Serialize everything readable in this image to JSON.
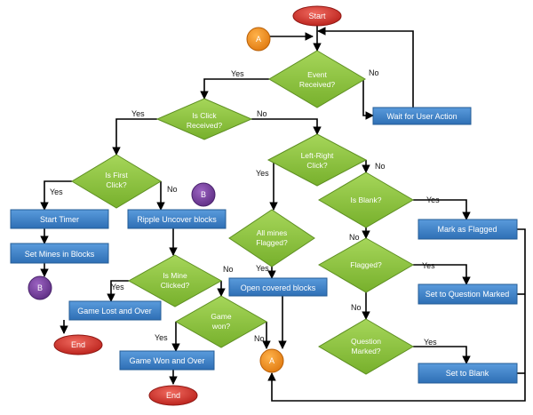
{
  "terminals": {
    "start": "Start",
    "end_lost": "End",
    "end_won": "End"
  },
  "connectors": {
    "a_top": "A",
    "a_bottom": "A",
    "b_mid": "B",
    "b_left": "B"
  },
  "decisions": {
    "event_received": [
      "Event",
      "Received?"
    ],
    "click_received": [
      "Is Click",
      "Received?"
    ],
    "left_right_click": [
      "Left-Right",
      "Click?"
    ],
    "first_click": [
      "Is First",
      "Click?"
    ],
    "is_blank": [
      "Is Blank?"
    ],
    "all_mines_flagged": [
      "All mines",
      "Flagged?"
    ],
    "flagged": [
      "Flagged?"
    ],
    "mine_clicked": [
      "Is Mine",
      "Clicked?"
    ],
    "game_won": [
      "Game",
      "won?"
    ],
    "question_marked": [
      "Question",
      "Marked?"
    ]
  },
  "processes": {
    "wait_for_user_action": "Wait for User Action",
    "start_timer": "Start Timer",
    "ripple_uncover": "Ripple Uncover blocks",
    "mark_as_flagged": "Mark as Flagged",
    "set_mines": "Set Mines in Blocks",
    "open_covered": "Open covered blocks",
    "set_question_marked": "Set to Question Marked",
    "game_lost": "Game Lost and Over",
    "game_won_over": "Game  Won and Over",
    "set_to_blank": "Set to  Blank"
  },
  "edge_labels": {
    "event_yes": "Yes",
    "event_no": "No",
    "click_yes": "Yes",
    "click_no": "No",
    "first_yes": "Yes",
    "first_no": "No",
    "lr_yes": "Yes",
    "lr_no": "No",
    "blank_yes": "Yes",
    "blank_no": "No",
    "allmines_yes": "Yes",
    "flagged_yes": "Yes",
    "flagged_no": "No",
    "mine_yes": "Yes",
    "mine_no": "No",
    "won_yes": "Yes",
    "won_no": "No",
    "question_yes": "Yes"
  },
  "colors": {
    "diamond": "#8DC63F",
    "process": "#3F86CE",
    "terminal": "#D9322B",
    "connector_a": "#F4901E",
    "connector_b": "#7A3FA0",
    "line": "#000000"
  }
}
